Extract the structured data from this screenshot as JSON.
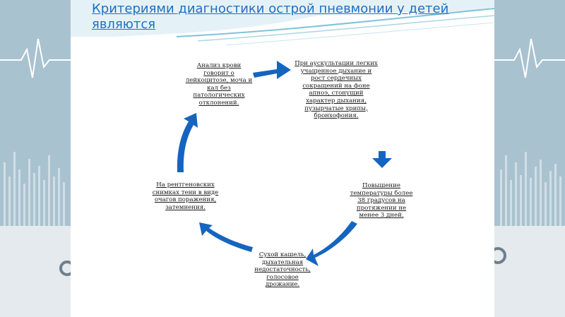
{
  "slide": {
    "title": "Критериями диагностики острой пневмонии у детей являются"
  },
  "cycle": {
    "items": [
      {
        "text": "Анализ крови говорит о лейкоцитозе, моча и кал без патологических отклонений."
      },
      {
        "text": "При аускультации легких учащенное дыхание и рост сердечных сокращений на фоне апноэ, стонущий характер дыхания, пузырчатые хрипы, бронхофония."
      },
      {
        "text": "Повышение температуры более 38 градусов на протяжении не менее 3 дней."
      },
      {
        "text": "Сухой кашель, дыхательная недостаточность, голосовое дрожание."
      },
      {
        "text": "На рентгеновских снимках тени в виде очагов поражения, затемнения."
      }
    ]
  },
  "colors": {
    "title": "#1e6fc2",
    "arrow": "#1565c0",
    "wave": "#7fc3d8"
  }
}
